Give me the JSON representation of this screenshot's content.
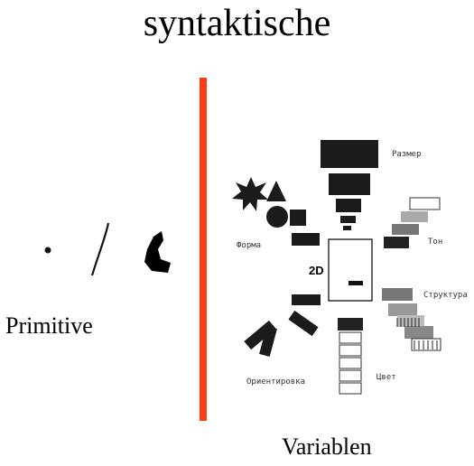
{
  "title": "syntaktische",
  "primitives_caption": "Primitive",
  "variables_caption": "Variablen",
  "labels": {
    "size": "Размер",
    "shape": "Форма",
    "tone": "Тон",
    "structure": "Структура",
    "orientation": "Ориентировка",
    "color": "Цвет",
    "center": "2D"
  },
  "colors": {
    "divider": "#ff3d14",
    "marks": "#222222"
  }
}
